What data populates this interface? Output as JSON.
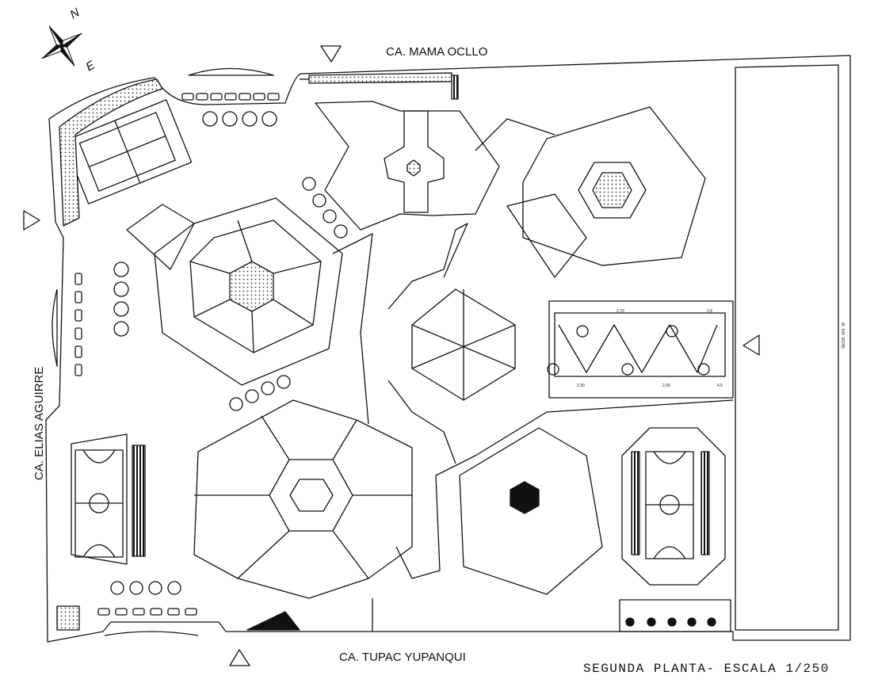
{
  "streets": {
    "north": "CA. MAMA OCLLO",
    "south": "CA. TUPAC YUPANQUI",
    "west": "CA. ELIAS AGUIRRE"
  },
  "plan_title": "SEGUNDA PLANTA- ESCALA 1/250",
  "compass": {
    "north": "N",
    "east": "E",
    "icon": "compass-rose-icon"
  },
  "side_note": "SECM. 001 .W",
  "dimension_labels": [
    "2.70",
    "2.9",
    "2.30",
    "2.30",
    "4.5"
  ],
  "colors": {
    "line": "#111111",
    "hatch": "#555555"
  }
}
